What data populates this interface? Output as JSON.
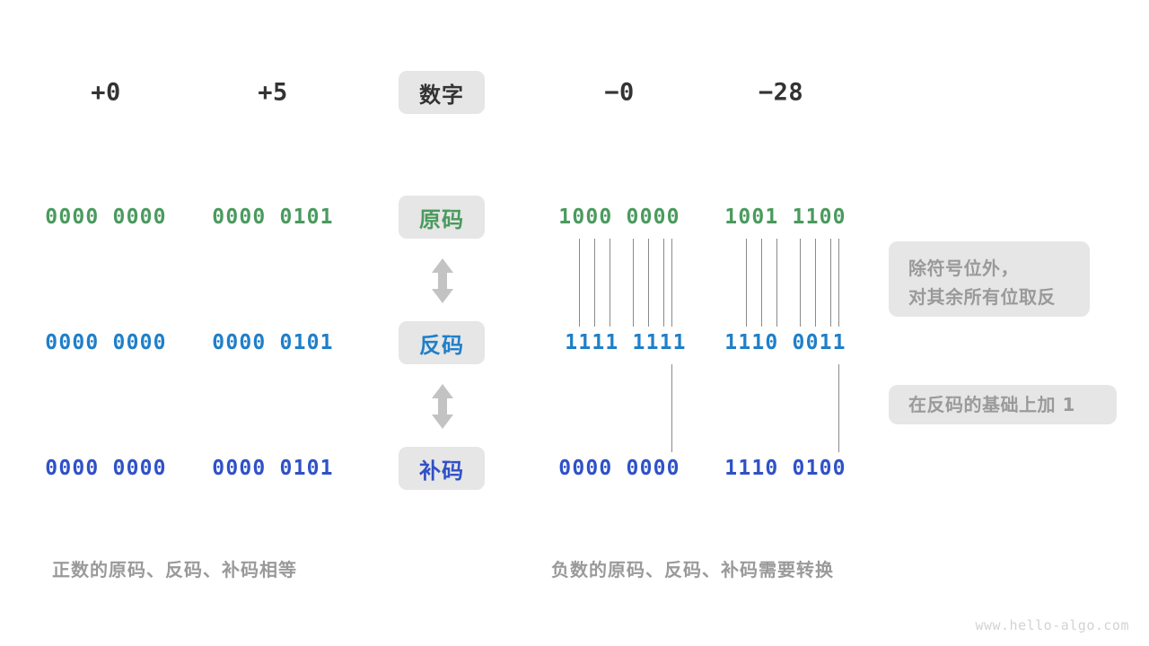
{
  "diagram": {
    "title_watermark": "www.hello-algo.com",
    "colors": {
      "green": "#4a9a5e",
      "blue": "#1f7fc9",
      "indigo": "#2f51c8",
      "dark": "#333333",
      "chip_bg": "#e6e6e6",
      "muted": "#9a9a9a",
      "line": "#8a8a8a",
      "arrow": "#c3c3c3"
    },
    "row_labels": {
      "number": "数字",
      "sign_magnitude": "原码",
      "ones_complement": "反码",
      "twos_complement": "补码"
    },
    "columns": [
      {
        "key": "plus0",
        "header": "+0",
        "sign_magnitude": "0000 0000",
        "ones_complement": "0000 0000",
        "twos_complement": "0000 0000"
      },
      {
        "key": "plus5",
        "header": "+5",
        "sign_magnitude": "0000 0101",
        "ones_complement": "0000 0101",
        "twos_complement": "0000 0101"
      },
      {
        "key": "minus0",
        "header": "−0",
        "sign_magnitude": "1000 0000",
        "ones_complement": "1111 1111",
        "twos_complement": "0000 0000"
      },
      {
        "key": "minus28",
        "header": "−28",
        "sign_magnitude": "1001 1100",
        "ones_complement": "1110 0011",
        "twos_complement": "1110 0100"
      }
    ],
    "notes": {
      "invert": "除符号位外，\n对其余所有位取反",
      "add_one": "在反码的基础上加 1"
    },
    "captions": {
      "positive": "正数的原码、反码、补码相等",
      "negative": "负数的原码、反码、补码需要转换"
    },
    "arrow_labels": {
      "top": "up-down-arrow-sign-to-ones",
      "bottom": "up-down-arrow-ones-to-twos"
    }
  }
}
